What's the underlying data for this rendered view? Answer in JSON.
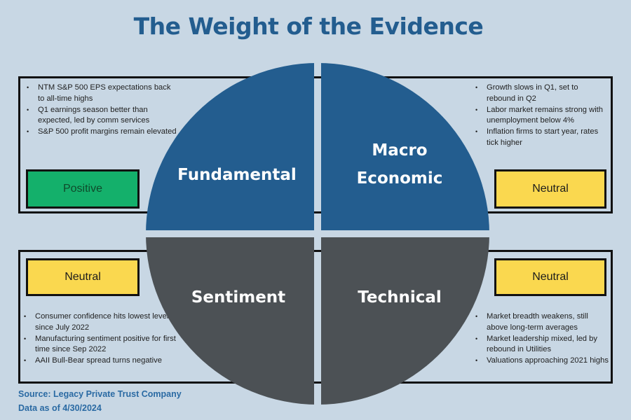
{
  "title": "The Weight of the Evidence",
  "colors": {
    "background": "#c8d7e4",
    "title": "#235d8f",
    "top_quadrants": "#235d8f",
    "bottom_quadrants": "#4c5155",
    "positive": "#14b06b",
    "neutral": "#fad84f"
  },
  "quadrants": {
    "fundamental": {
      "label": "Fundamental",
      "status": "Positive",
      "bullets": [
        "NTM S&P 500 EPS expectations back to all-time highs",
        "Q1 earnings season better than expected, led by comm services",
        "S&P 500 profit margins remain elevated"
      ]
    },
    "macro": {
      "label_line1": "Macro",
      "label_line2": "Economic",
      "status": "Neutral",
      "bullets": [
        "Growth slows in Q1, set to rebound in Q2",
        "Labor market remains strong with unemployment below 4%",
        "Inflation firms to start year, rates tick higher"
      ]
    },
    "sentiment": {
      "label": "Sentiment",
      "status": "Neutral",
      "bullets": [
        "Consumer confidence hits lowest level since July 2022",
        "Manufacturing sentiment positive for first time since Sep 2022",
        "AAII Bull-Bear spread turns negative"
      ]
    },
    "technical": {
      "label": "Technical",
      "status": "Neutral",
      "bullets": [
        "Market breadth weakens, still above long-term averages",
        "Market leadership mixed, led by rebound in Utilities",
        "Valuations approaching 2021 highs"
      ]
    }
  },
  "footer": {
    "source": "Source: Legacy Private Trust Company",
    "date": "Data as of 4/30/2024"
  }
}
